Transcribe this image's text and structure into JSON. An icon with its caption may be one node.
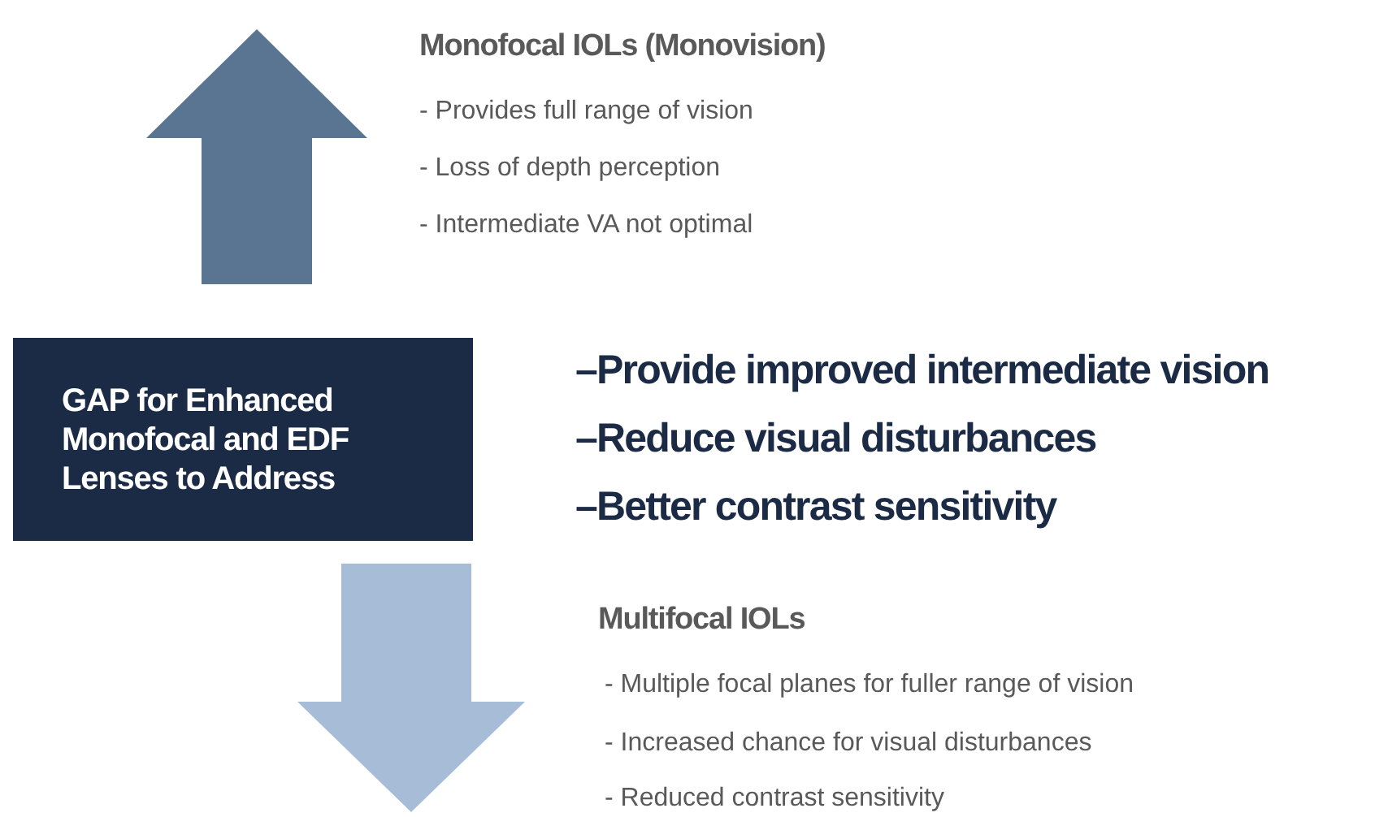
{
  "diagram": {
    "nodes": [
      {
        "text": [
          "GAP for Enhanced Monofocal and EDF Lenses to Address"
        ]
      }
    ],
    "edges": [],
    "labels": [
      "Monofocal IOLs (Monovision)",
      "- Provides full range of vision",
      "- Loss of depth perception",
      "- Intermediate VA not optimal",
      "–Provide improved intermediate vision",
      "–Reduce visual disturbances",
      "–Better contrast sensitivity",
      "Multifocal IOLs",
      "- Multiple focal planes for fuller range of vision",
      "- Increased chance for visual disturbances",
      "- Reduced contrast sensitivity"
    ]
  }
}
